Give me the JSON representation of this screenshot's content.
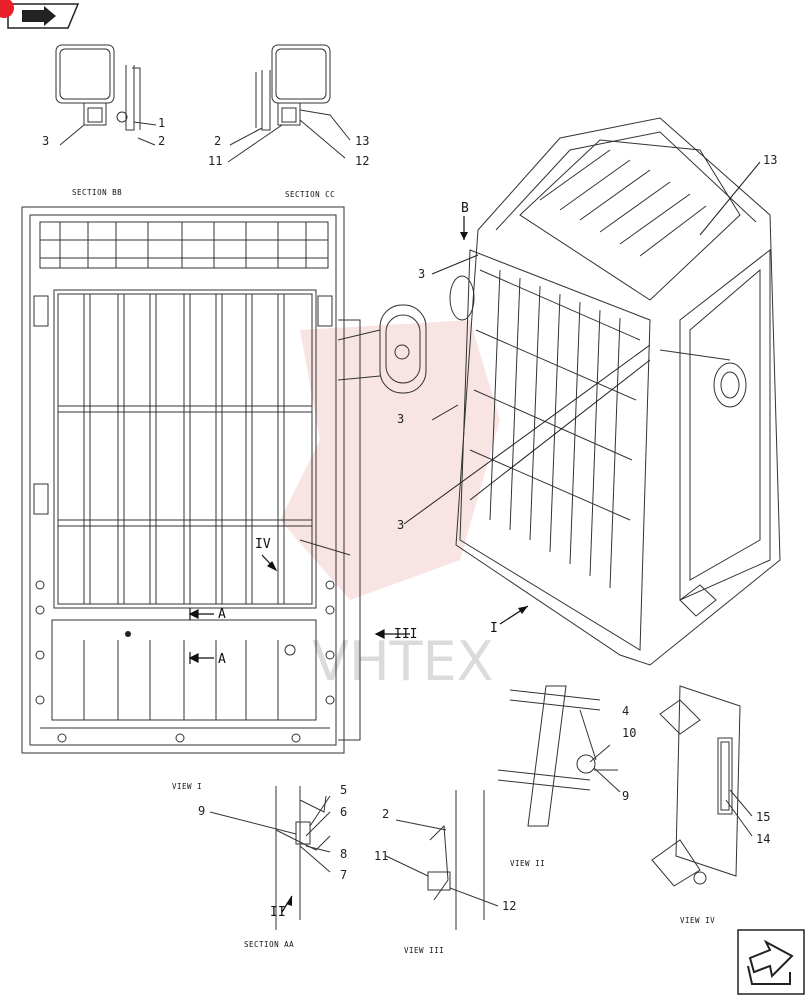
{
  "badge_color": "#e8202a",
  "icons": {
    "top_left": "arrow-right-icon",
    "bottom_right": "arrow-right-icon"
  },
  "watermark": "VHTEX",
  "captions": {
    "section_bb": "SECTION BB",
    "section_cc": "SECTION CC",
    "view_i": "VIEW I",
    "section_aa": "SECTION AA",
    "view_ii": "VIEW II",
    "view_iii": "VIEW III",
    "view_iv": "VIEW IV"
  },
  "markers": {
    "a1": "A",
    "a2": "A",
    "b": "B",
    "iv": "IV",
    "iii": "III",
    "i": "I",
    "ii": "II"
  },
  "callouts": {
    "bb_1": "1",
    "bb_2": "2",
    "bb_3": "3",
    "cc_2": "2",
    "cc_11": "11",
    "cc_12": "12",
    "cc_13": "13",
    "cab_13": "13",
    "cab_3a": "3",
    "cab_3b": "3",
    "cab_3c": "3",
    "vii_4": "4",
    "vii_10": "10",
    "vii_9": "9",
    "aa_5": "5",
    "aa_6": "6",
    "aa_8": "8",
    "aa_7": "7",
    "aa_9": "9",
    "viii_2": "2",
    "viii_11": "11",
    "viii_12": "12",
    "viv_15": "15",
    "viv_14": "14"
  }
}
